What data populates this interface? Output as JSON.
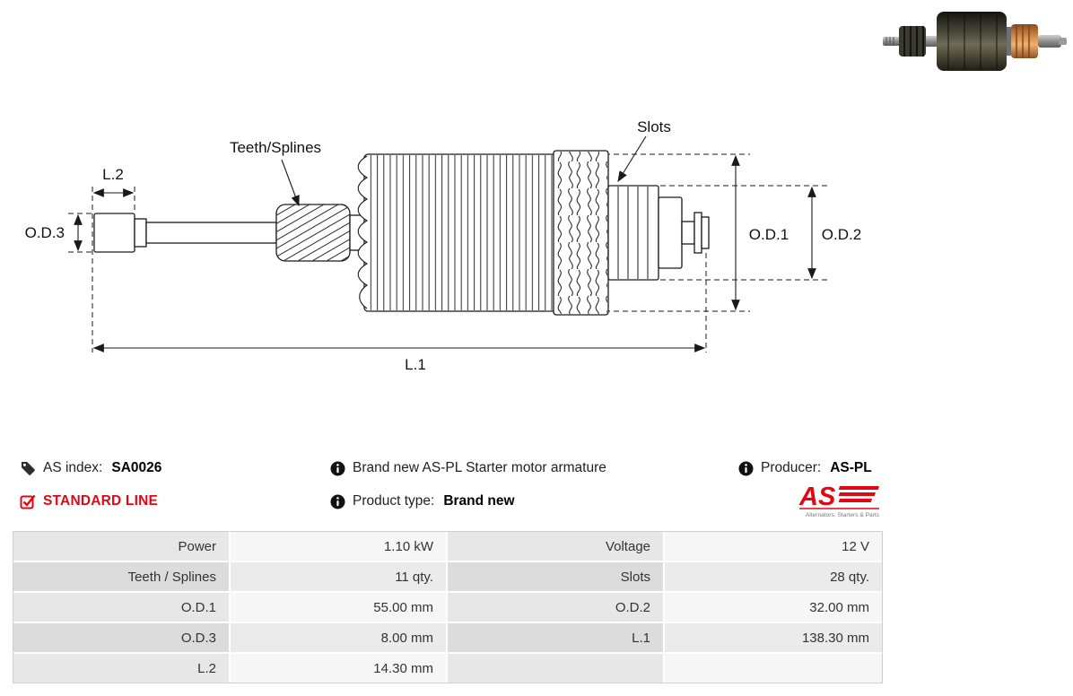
{
  "diagram": {
    "labels": {
      "teeth_splines": "Teeth/Splines",
      "slots": "Slots",
      "l2": "L.2",
      "od3": "O.D.3",
      "od1": "O.D.1",
      "od2": "O.D.2",
      "l1": "L.1"
    }
  },
  "info": {
    "as_index": {
      "label": "AS index:",
      "value": "SA0026"
    },
    "standard_line": "STANDARD LINE",
    "description": "Brand new AS-PL Starter motor armature",
    "product_type": {
      "label": "Product type:",
      "value": "Brand new"
    },
    "producer": {
      "label": "Producer:",
      "value": "AS-PL"
    },
    "logo": {
      "text": "AS",
      "tagline": "Alternators. Starters & Parts"
    }
  },
  "colors": {
    "accent_red": "#e30613",
    "line_color": "#1a1a1a",
    "table_label_bg": "#e0e0e0",
    "table_value_bg": "#f2f2f2"
  },
  "spec_table": {
    "rows": [
      [
        {
          "label": "Power",
          "value": "1.10 kW"
        },
        {
          "label": "Voltage",
          "value": "12 V"
        }
      ],
      [
        {
          "label": "Teeth / Splines",
          "value": "11 qty."
        },
        {
          "label": "Slots",
          "value": "28 qty."
        }
      ],
      [
        {
          "label": "O.D.1",
          "value": "55.00 mm"
        },
        {
          "label": "O.D.2",
          "value": "32.00 mm"
        }
      ],
      [
        {
          "label": "O.D.3",
          "value": "8.00 mm"
        },
        {
          "label": "L.1",
          "value": "138.30 mm"
        }
      ],
      [
        {
          "label": "L.2",
          "value": "14.30 mm"
        },
        {
          "label": "",
          "value": ""
        }
      ]
    ]
  }
}
